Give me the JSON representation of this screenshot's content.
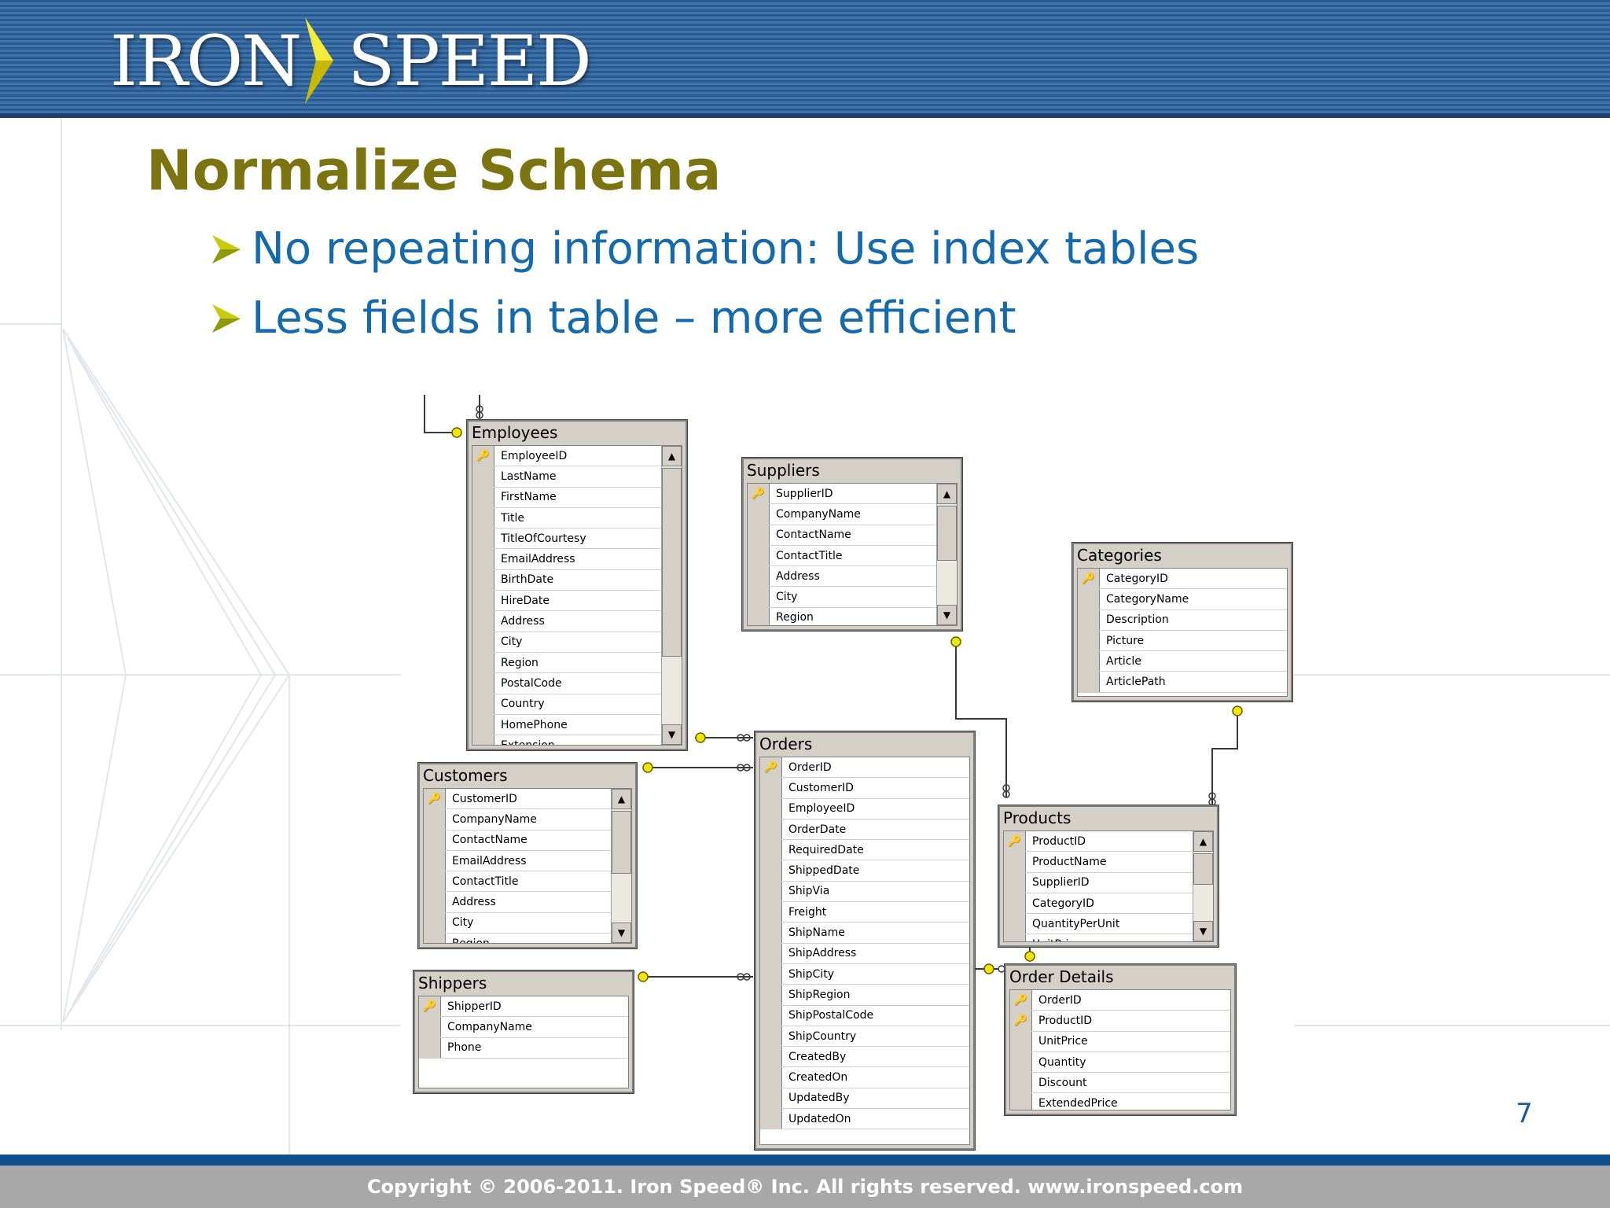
{
  "header": {
    "logo_left": "IRON",
    "logo_right": "SPEED"
  },
  "slide": {
    "title": "Normalize Schema",
    "bullets": [
      "No repeating information: Use index tables",
      "Less fields in table – more efficient"
    ],
    "page_number": "7"
  },
  "diagram": {
    "tables": [
      {
        "name": "Employees",
        "scrollbar": true,
        "columns": [
          {
            "name": "EmployeeID",
            "key": true
          },
          {
            "name": "LastName"
          },
          {
            "name": "FirstName"
          },
          {
            "name": "Title"
          },
          {
            "name": "TitleOfCourtesy"
          },
          {
            "name": "EmailAddress"
          },
          {
            "name": "BirthDate"
          },
          {
            "name": "HireDate"
          },
          {
            "name": "Address"
          },
          {
            "name": "City"
          },
          {
            "name": "Region"
          },
          {
            "name": "PostalCode"
          },
          {
            "name": "Country"
          },
          {
            "name": "HomePhone"
          },
          {
            "name": "Extension"
          }
        ]
      },
      {
        "name": "Suppliers",
        "scrollbar": true,
        "columns": [
          {
            "name": "SupplierID",
            "key": true
          },
          {
            "name": "CompanyName"
          },
          {
            "name": "ContactName"
          },
          {
            "name": "ContactTitle"
          },
          {
            "name": "Address"
          },
          {
            "name": "City"
          },
          {
            "name": "Region"
          }
        ]
      },
      {
        "name": "Categories",
        "scrollbar": false,
        "columns": [
          {
            "name": "CategoryID",
            "key": true
          },
          {
            "name": "CategoryName"
          },
          {
            "name": "Description"
          },
          {
            "name": "Picture"
          },
          {
            "name": "Article"
          },
          {
            "name": "ArticlePath"
          }
        ]
      },
      {
        "name": "Customers",
        "scrollbar": true,
        "columns": [
          {
            "name": "CustomerID",
            "key": true
          },
          {
            "name": "CompanyName"
          },
          {
            "name": "ContactName"
          },
          {
            "name": "EmailAddress"
          },
          {
            "name": "ContactTitle"
          },
          {
            "name": "Address"
          },
          {
            "name": "City"
          },
          {
            "name": "Region"
          }
        ]
      },
      {
        "name": "Orders",
        "scrollbar": false,
        "columns": [
          {
            "name": "OrderID",
            "key": true
          },
          {
            "name": "CustomerID"
          },
          {
            "name": "EmployeeID"
          },
          {
            "name": "OrderDate"
          },
          {
            "name": "RequiredDate"
          },
          {
            "name": "ShippedDate"
          },
          {
            "name": "ShipVia"
          },
          {
            "name": "Freight"
          },
          {
            "name": "ShipName"
          },
          {
            "name": "ShipAddress"
          },
          {
            "name": "ShipCity"
          },
          {
            "name": "ShipRegion"
          },
          {
            "name": "ShipPostalCode"
          },
          {
            "name": "ShipCountry"
          },
          {
            "name": "CreatedBy"
          },
          {
            "name": "CreatedOn"
          },
          {
            "name": "UpdatedBy"
          },
          {
            "name": "UpdatedOn"
          }
        ]
      },
      {
        "name": "Products",
        "scrollbar": true,
        "columns": [
          {
            "name": "ProductID",
            "key": true
          },
          {
            "name": "ProductName"
          },
          {
            "name": "SupplierID"
          },
          {
            "name": "CategoryID"
          },
          {
            "name": "QuantityPerUnit"
          },
          {
            "name": "UnitPrice"
          }
        ]
      },
      {
        "name": "Shippers",
        "scrollbar": false,
        "columns": [
          {
            "name": "ShipperID",
            "key": true
          },
          {
            "name": "CompanyName"
          },
          {
            "name": "Phone"
          }
        ]
      },
      {
        "name": "Order Details",
        "scrollbar": false,
        "columns": [
          {
            "name": "OrderID",
            "key": true
          },
          {
            "name": "ProductID",
            "key": true
          },
          {
            "name": "UnitPrice"
          },
          {
            "name": "Quantity"
          },
          {
            "name": "Discount"
          },
          {
            "name": "ExtendedPrice"
          }
        ]
      }
    ]
  },
  "footer": {
    "copyright": "Copyright © 2006-2011. Iron Speed® Inc. All rights reserved.  www.ironspeed.com"
  },
  "colors": {
    "title": "#7b7410",
    "bullet_text": "#1569ad",
    "bullet_arrow": "#c8cc10",
    "header_blue": "#2b5a8e",
    "footer_blue": "#0f4f8a",
    "key_yellow": "#f2e600"
  }
}
